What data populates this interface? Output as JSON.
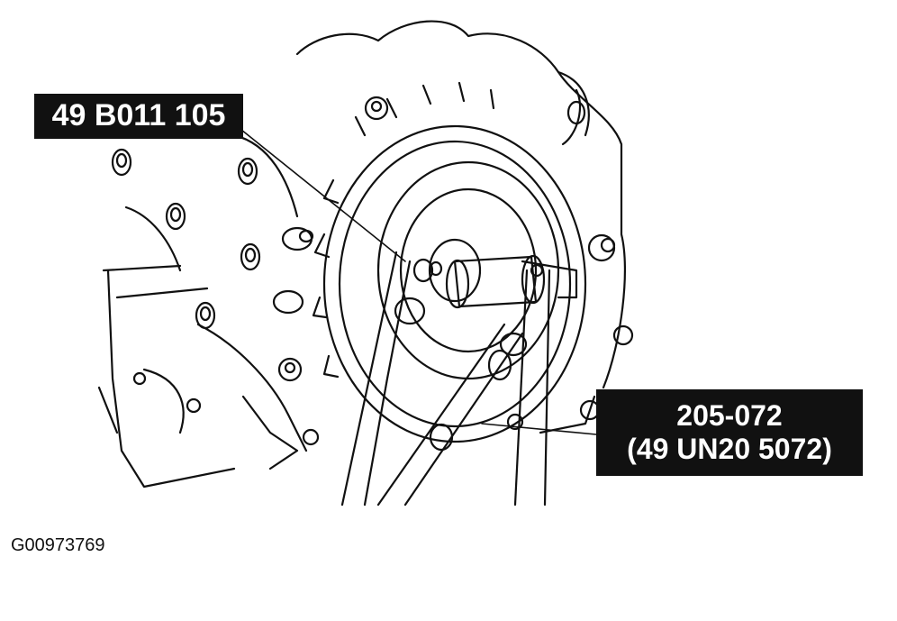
{
  "callouts": {
    "tool_upper_left": "49 B011 105",
    "tool_lower_right_line1": "205-072",
    "tool_lower_right_line2": "(49 UN20 5072)"
  },
  "figure_id": "G00973769",
  "colors": {
    "ink": "#111111",
    "paper": "#ffffff"
  }
}
